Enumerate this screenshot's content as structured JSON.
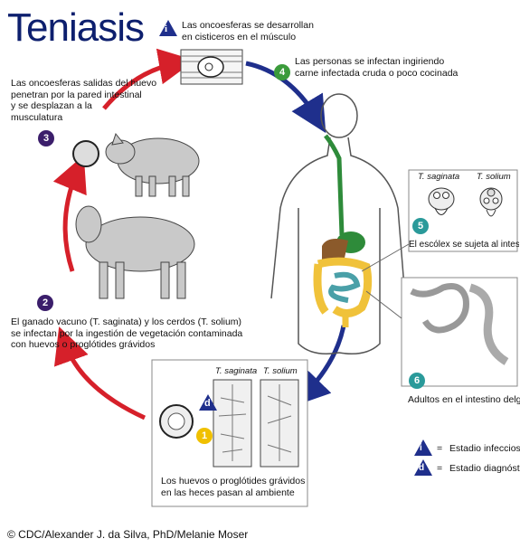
{
  "title": "Teniasis",
  "steps": {
    "s1": {
      "num": "1",
      "text_l1": "Los huevos o proglótides grávidos",
      "text_l2": "en las heces pasan al ambiente"
    },
    "s2": {
      "num": "2",
      "text_l1": "El ganado vacuno (T. saginata) y los cerdos (T. solium)",
      "text_l2": "se infectan por la ingestión de vegetación contaminada",
      "text_l3": "con huevos o proglótides grávidos"
    },
    "s3": {
      "num": "3",
      "text_l1": "Las oncoesferas salidas del huevo",
      "text_l2": "penetran por la pared intestinal",
      "text_l3": "y se desplazan a la",
      "text_l4": "musculatura"
    },
    "s4": {
      "num": "4",
      "text_l1": "Las personas se infectan ingiriendo",
      "text_l2": "carne infectada cruda o poco cocinada"
    },
    "s5": {
      "num": "5",
      "text": "El escólex se sujeta al intestino"
    },
    "s6": {
      "num": "6",
      "text": "Adultos en el intestino delgado"
    },
    "top": {
      "text_l1": "Las oncoesferas se desarrollan",
      "text_l2": "en cisticeros en el músculo"
    }
  },
  "species": {
    "saginata": "T. saginata",
    "solium": "T. solium"
  },
  "legend": {
    "i_letter": "i",
    "d_letter": "d",
    "infectious": "Estadio infeccioso",
    "diagnostic": "Estadio diagnóstico",
    "equals": "="
  },
  "credit": "© CDC/Alexander J. da Silva, PhD/Melanie Moser",
  "colors": {
    "title": "#0d1f6e",
    "red_arrow": "#d6202a",
    "blue_arrow": "#1f2f8c",
    "purple_badge": "#3b1e6b",
    "green_badge": "#3b9b3b",
    "teal_badge": "#2a9a9a",
    "yellow_badge": "#f0c000"
  }
}
